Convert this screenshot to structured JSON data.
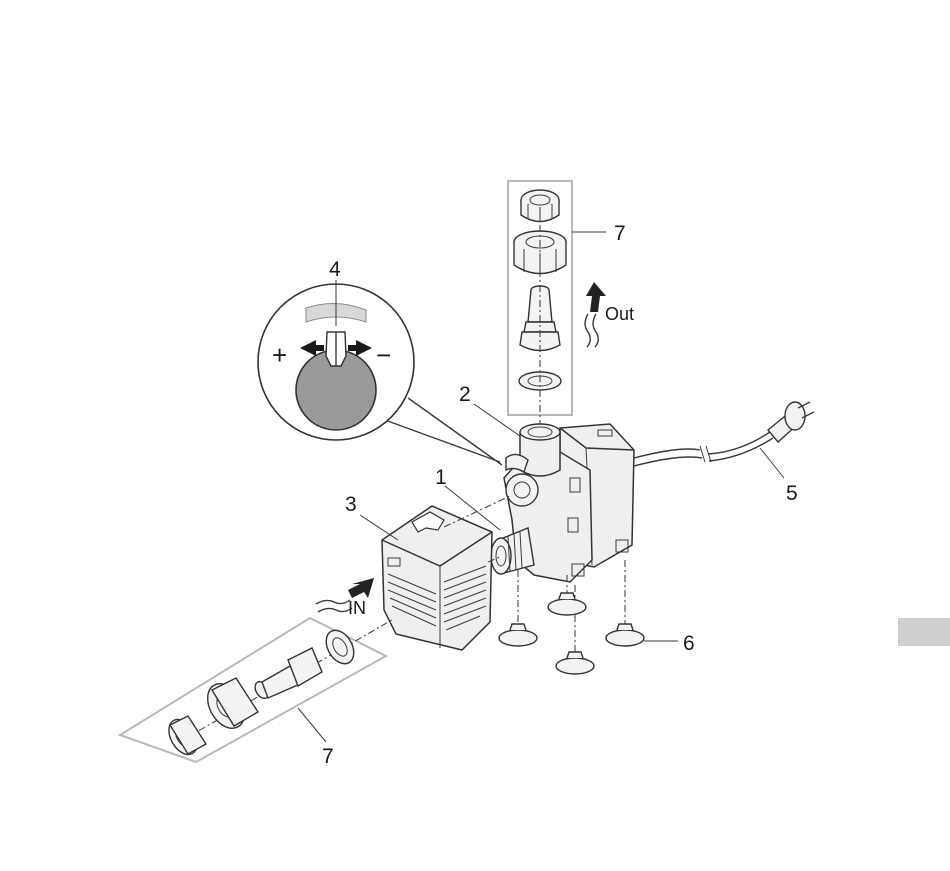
{
  "labels": {
    "part_1": "1",
    "part_2": "2",
    "part_3": "3",
    "part_4": "4",
    "part_5": "5",
    "part_6": "6",
    "part_7_top": "7",
    "part_7_bottom": "7"
  },
  "flow": {
    "out": "Out",
    "in": "IN"
  },
  "regulator": {
    "plus": "+",
    "minus": "−"
  },
  "colors": {
    "line": "#333333",
    "knob_fill": "#9a9a9a",
    "group_outline": "#b8b8b8",
    "side_tab": "#cfcfcf"
  }
}
